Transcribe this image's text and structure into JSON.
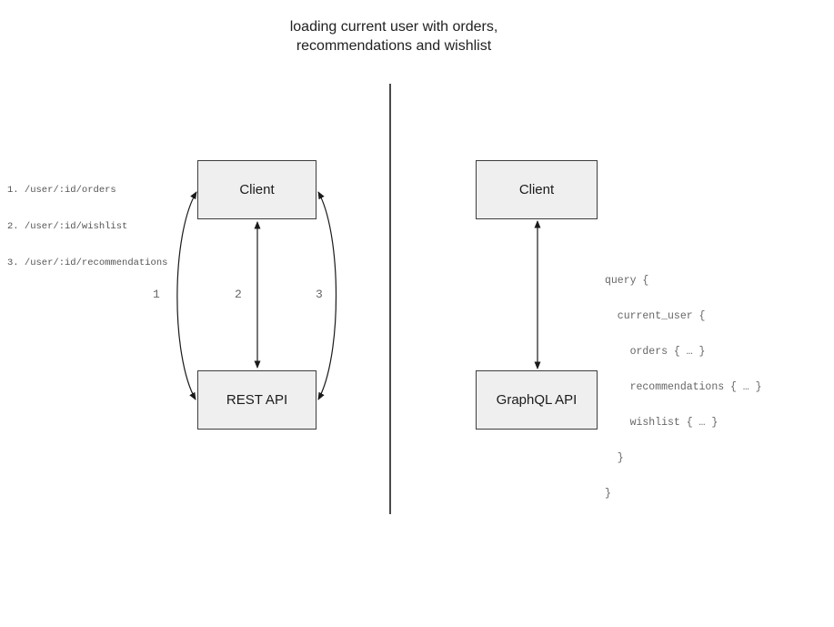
{
  "title": {
    "line1": "loading current user with orders,",
    "line2": "recommendations and wishlist"
  },
  "rest_panel": {
    "endpoints": [
      "1. /user/:id/orders",
      "2. /user/:id/wishlist",
      "3. /user/:id/recommendations"
    ],
    "client_label": "Client",
    "api_label": "REST API",
    "arrow_labels": [
      "1",
      "2",
      "3"
    ]
  },
  "graphql_panel": {
    "client_label": "Client",
    "api_label": "GraphQL API",
    "query_lines": [
      "query {",
      "  current_user {",
      "    orders { … }",
      "    recommendations { … }",
      "    wishlist { … }",
      "  }",
      "}"
    ]
  },
  "colors": {
    "box_fill": "#efefef",
    "box_border": "#3d3d3d",
    "muted_text": "#666666",
    "endpoint_text": "#555555",
    "arrow": "#1a1a1a",
    "divider": "#4a4a4a"
  }
}
